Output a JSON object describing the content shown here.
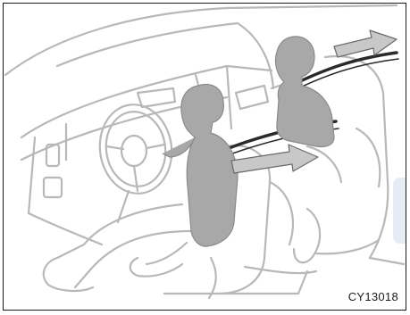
{
  "figure": {
    "code": "CY13018",
    "icons": [
      "dashboard-outline",
      "steering-wheel",
      "driver-silhouette",
      "passenger-silhouette",
      "front-seat",
      "rear-seat",
      "seatbelt-strap",
      "movement-arrow"
    ]
  },
  "colors": {
    "line": "#b8b8b8",
    "figure_fill": "#a8a8a8",
    "figure_stroke": "#8a8a8a",
    "strap": "#2a2a2a",
    "border": "#1a1a1a",
    "tab": "#e6ecf6"
  }
}
